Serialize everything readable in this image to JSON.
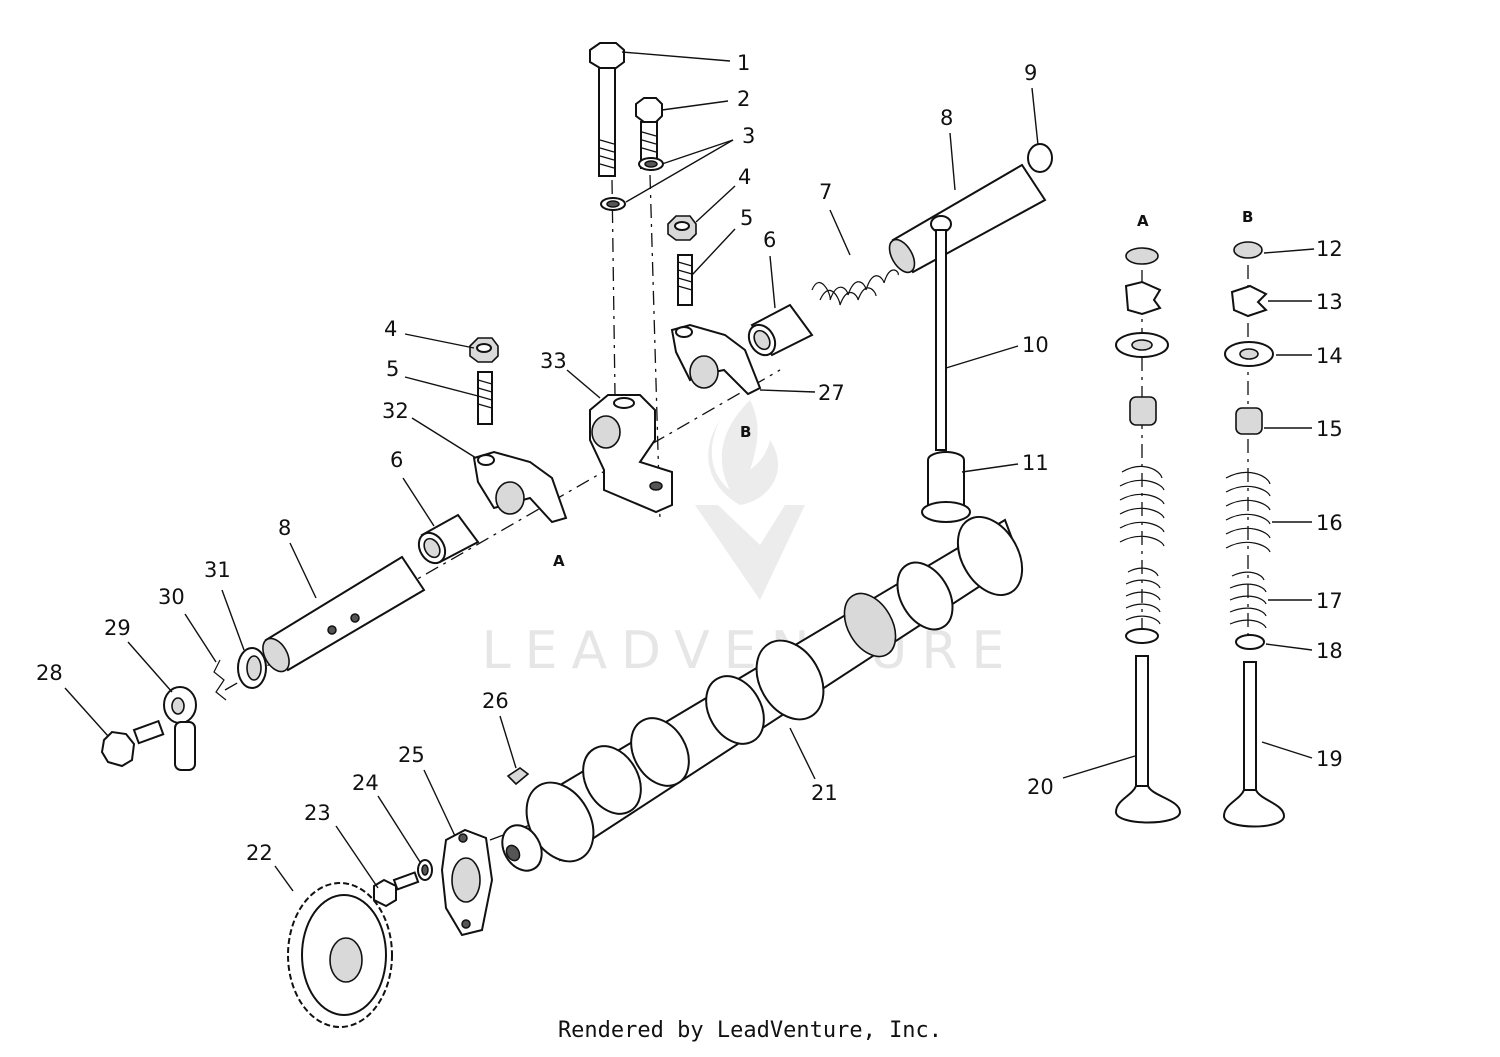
{
  "watermark": {
    "text": "LEADVENTURE"
  },
  "footer": {
    "text": "Rendered by LeadVenture, Inc."
  },
  "reference_letters": {
    "a": "A",
    "b": "B"
  },
  "callouts": [
    {
      "id": "c1",
      "label": "1"
    },
    {
      "id": "c2",
      "label": "2"
    },
    {
      "id": "c3",
      "label": "3"
    },
    {
      "id": "c4a",
      "label": "4"
    },
    {
      "id": "c4b",
      "label": "4"
    },
    {
      "id": "c5a",
      "label": "5"
    },
    {
      "id": "c5b",
      "label": "5"
    },
    {
      "id": "c6a",
      "label": "6"
    },
    {
      "id": "c6b",
      "label": "6"
    },
    {
      "id": "c7",
      "label": "7"
    },
    {
      "id": "c8a",
      "label": "8"
    },
    {
      "id": "c8b",
      "label": "8"
    },
    {
      "id": "c9",
      "label": "9"
    },
    {
      "id": "c10",
      "label": "10"
    },
    {
      "id": "c11",
      "label": "11"
    },
    {
      "id": "c12",
      "label": "12"
    },
    {
      "id": "c13",
      "label": "13"
    },
    {
      "id": "c14",
      "label": "14"
    },
    {
      "id": "c15",
      "label": "15"
    },
    {
      "id": "c16",
      "label": "16"
    },
    {
      "id": "c17",
      "label": "17"
    },
    {
      "id": "c18",
      "label": "18"
    },
    {
      "id": "c19",
      "label": "19"
    },
    {
      "id": "c20",
      "label": "20"
    },
    {
      "id": "c21",
      "label": "21"
    },
    {
      "id": "c22",
      "label": "22"
    },
    {
      "id": "c23",
      "label": "23"
    },
    {
      "id": "c24",
      "label": "24"
    },
    {
      "id": "c25",
      "label": "25"
    },
    {
      "id": "c26",
      "label": "26"
    },
    {
      "id": "c27",
      "label": "27"
    },
    {
      "id": "c28",
      "label": "28"
    },
    {
      "id": "c29",
      "label": "29"
    },
    {
      "id": "c30",
      "label": "30"
    },
    {
      "id": "c31",
      "label": "31"
    },
    {
      "id": "c32",
      "label": "32"
    },
    {
      "id": "c33",
      "label": "33"
    }
  ]
}
